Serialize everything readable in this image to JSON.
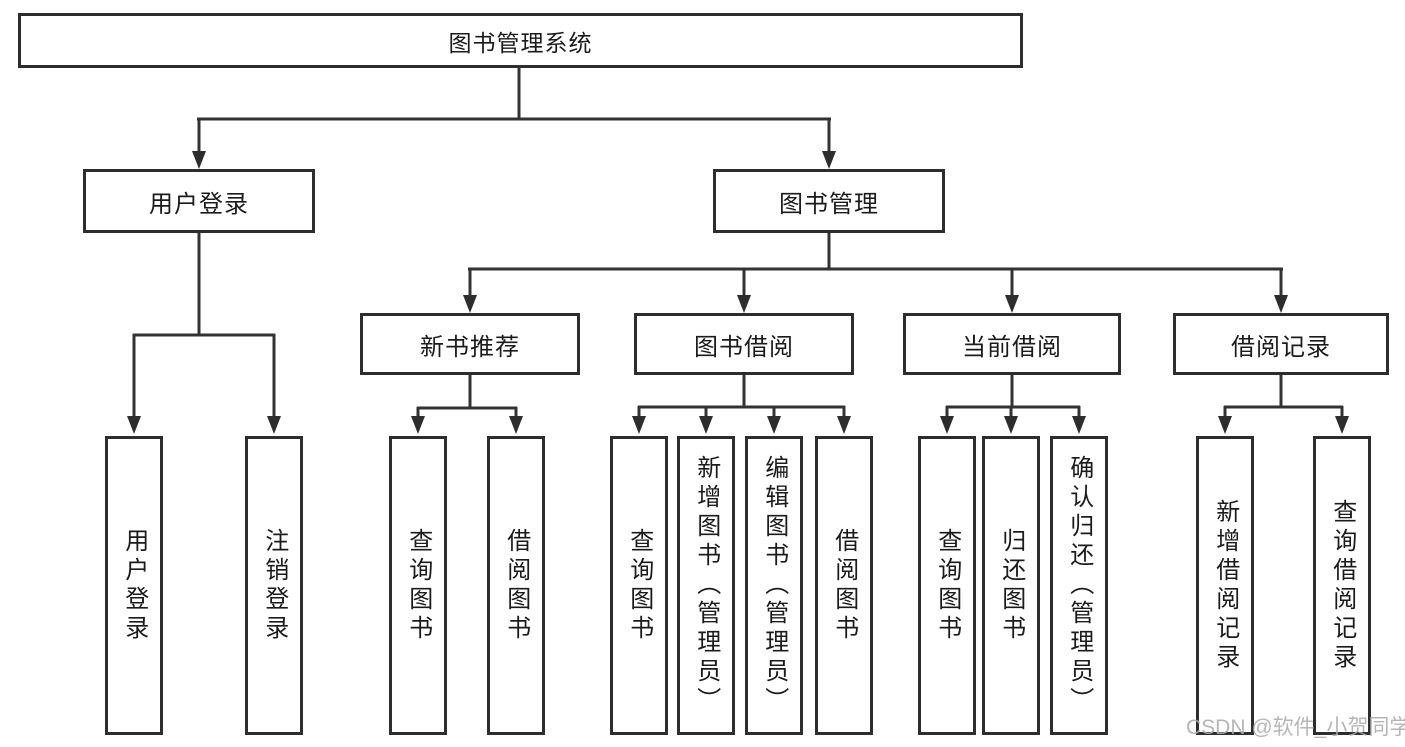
{
  "diagram": {
    "root": {
      "label": "图书管理系统"
    },
    "branches": [
      {
        "label": "用户登录",
        "children": [
          {
            "label": "用户登录"
          },
          {
            "label": "注销登录"
          }
        ]
      },
      {
        "label": "图书管理",
        "children": [
          {
            "label": "新书推荐",
            "children": [
              {
                "label": "查询图书"
              },
              {
                "label": "借阅图书"
              }
            ]
          },
          {
            "label": "图书借阅",
            "children": [
              {
                "label": "查询图书"
              },
              {
                "label": "新增图书（管理员）"
              },
              {
                "label": "编辑图书（管理员）"
              },
              {
                "label": "借阅图书"
              }
            ]
          },
          {
            "label": "当前借阅",
            "children": [
              {
                "label": "查询图书"
              },
              {
                "label": "归还图书"
              },
              {
                "label": "确认归还（管理员）"
              }
            ]
          },
          {
            "label": "借阅记录",
            "children": [
              {
                "label": "新增借阅记录"
              },
              {
                "label": "查询借阅记录"
              }
            ]
          }
        ]
      }
    ]
  },
  "watermark": {
    "text": "CSDN @软件_小贺同学"
  },
  "colors": {
    "line": "#333333",
    "border": "#2d2d2d",
    "text": "#1b1b1b",
    "background": "#ffffff",
    "watermark": "#acacac"
  }
}
